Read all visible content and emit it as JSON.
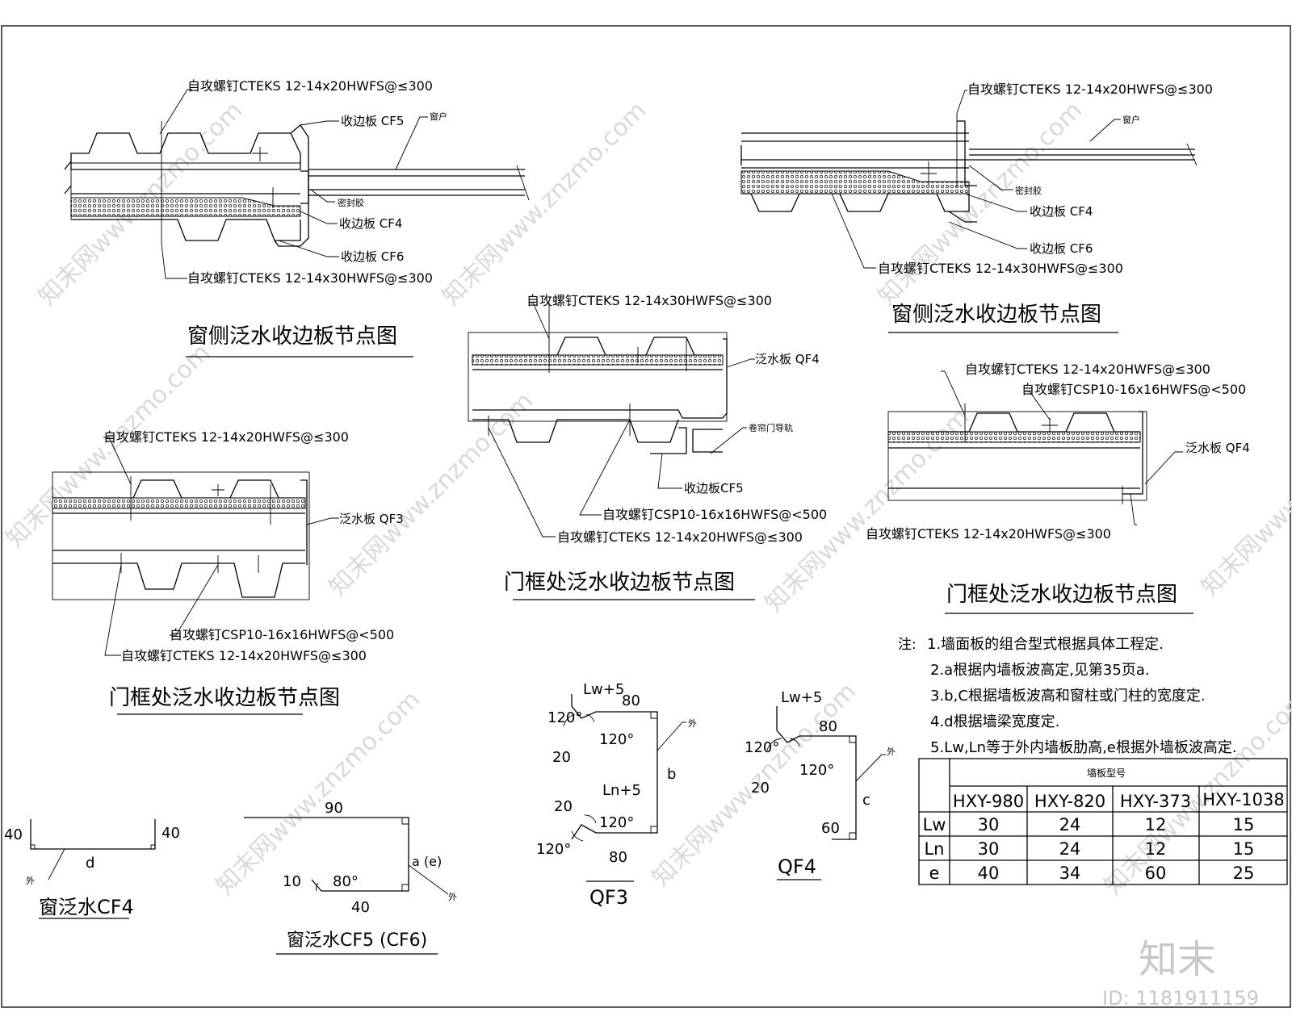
{
  "drawing": {
    "screw_20": "自攻螺钉CTEKS   12-14x20HWFS@≤300",
    "screw_30": "自攻螺钉CTEKS   12-14x30HWFS@≤300",
    "screw_csp": "自攻螺钉CSP10-16x16HWFS@<500",
    "cf5_label": "收边板  CF5",
    "cf4_label": "收边板  CF4",
    "cf6_label": "收边板  CF6",
    "cf5_short": "收边板CF5",
    "window": "窗户",
    "sealant": "密封胶",
    "qf4_label": "泛水板  QF4",
    "qf3_label": "泛水板  QF3",
    "rail": "卷帘门导轨",
    "title_window": "窗侧泛水收边板节点图",
    "title_door": "门框处泛水收边板节点图",
    "outside": "外"
  },
  "notes": {
    "prefix": "注:",
    "items": [
      "1.墙面板的组合型式根据具体工程定.",
      "2.a根据内墙板波高定,见第35页a.",
      "3.b,C根据墙板波高和窗柱或门柱的宽度定.",
      "4.d根据墙梁宽度定.",
      "5.Lw,Ln等于外内墙板肋高,e根据外墙板波高定."
    ]
  },
  "table": {
    "group_header": "墙板型号",
    "columns": [
      "HXY-980",
      "HXY-820",
      "HXY-373",
      "HXY-1038"
    ],
    "rows": [
      {
        "label": "Lw",
        "values": [
          "30",
          "24",
          "12",
          "15"
        ]
      },
      {
        "label": "Ln",
        "values": [
          "30",
          "24",
          "12",
          "15"
        ]
      },
      {
        "label": "e",
        "values": [
          "40",
          "34",
          "60",
          "25"
        ]
      }
    ]
  },
  "profiles": {
    "cf4": {
      "title": "窗泛水CF4",
      "left": "40",
      "right": "40",
      "mid": "d"
    },
    "cf5": {
      "title": "窗泛水CF5 (CF6)",
      "top": "90",
      "side": "a (e)",
      "bottom": "40",
      "lip": "10",
      "angle": "80°"
    },
    "qf3": {
      "title": "QF3",
      "lw": "Lw+5",
      "ln": "Ln+5",
      "a120": "120°",
      "d80": "80",
      "d20": "20",
      "side": "b"
    },
    "qf4": {
      "title": "QF4",
      "lw": "Lw+5",
      "a120": "120°",
      "d80": "80",
      "d20": "20",
      "d60": "60",
      "side": "c"
    }
  },
  "watermark": {
    "brand": "知末",
    "id": "ID: 1181911159",
    "site": "知末网www.znzmo.com"
  }
}
